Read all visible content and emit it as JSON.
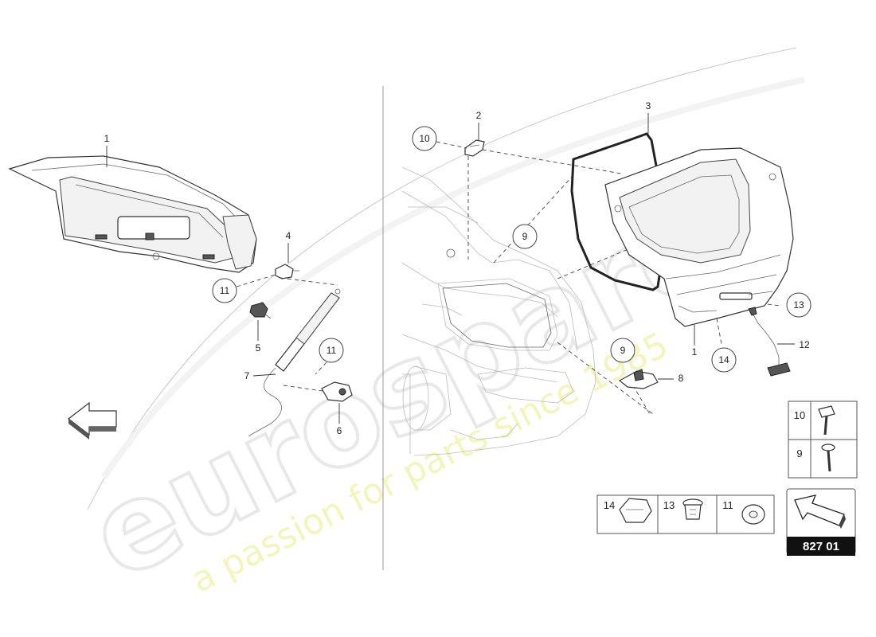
{
  "watermark": {
    "brand": "eurospares",
    "tagline": "a passion for parts since 1985"
  },
  "callouts": {
    "left_lid": "1",
    "left_bracket": "4",
    "left_grommet_bubble": "11",
    "left_clip": "5",
    "left_strut": "7",
    "left_grommet_bubble_2": "11",
    "left_drive": "6",
    "hinge": "2",
    "hinge_bolt_bubble": "10",
    "seal": "3",
    "car_bolt_bubble": "9",
    "lid_main": "1",
    "lid_buffer_bubble": "13",
    "lid_clip_bubble": "14",
    "sensor": "12",
    "latch_bolt_bubble": "9",
    "latch": "8"
  },
  "legend": {
    "screws": [
      {
        "num": "10",
        "icon": "hex-flange-bolt"
      },
      {
        "num": "9",
        "icon": "torx-screw"
      }
    ],
    "fasteners": [
      {
        "num": "14",
        "icon": "clip"
      },
      {
        "num": "13",
        "icon": "buffer"
      },
      {
        "num": "11",
        "icon": "grommet"
      }
    ]
  },
  "page_code": "827 01",
  "icons": {
    "direction_left": "arrow-front-left-icon",
    "direction_right": "arrow-front-left-icon"
  },
  "colors": {
    "line": "#333333",
    "page_code_bg": "#111111",
    "watermark_yellow": "#f1f1a8"
  }
}
